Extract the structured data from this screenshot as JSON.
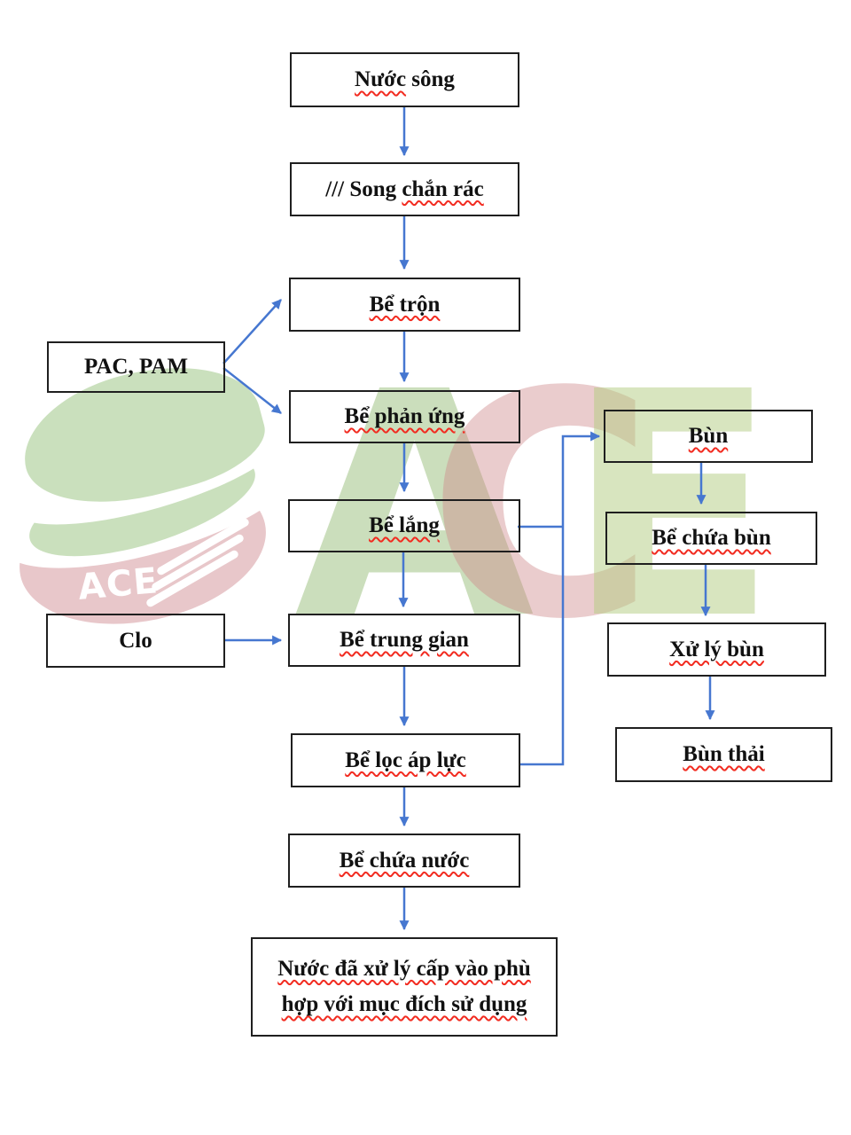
{
  "colors": {
    "arrow": "#4677d0",
    "squiggle": "#f22b20",
    "border": "#1f1f1f",
    "text": "#111111",
    "logo_green": "rgba(150,193,124,0.50)",
    "logo_pink": "rgba(205,130,138,0.45)"
  },
  "watermark": {
    "logo_text": "ACE",
    "letters": [
      {
        "char": "A",
        "color": "rgba(146,185,116,0.48)"
      },
      {
        "char": "C",
        "color": "rgba(206,134,137,0.42)"
      },
      {
        "char": "E",
        "color": "rgba(178,204,128,0.50)"
      }
    ]
  },
  "nodes": {
    "nuoc_song": {
      "parts": [
        {
          "text": "Nước",
          "squiggle": true
        },
        {
          "text": " sông",
          "squiggle": false
        }
      ]
    },
    "song_chan_rac": {
      "parts": [
        {
          "text": "/// Song ",
          "squiggle": false
        },
        {
          "text": "chắn rác",
          "squiggle": true
        }
      ]
    },
    "be_tron": {
      "parts": [
        {
          "text": "Bể trộn",
          "squiggle": true
        }
      ]
    },
    "pac_pam": {
      "parts": [
        {
          "text": "PAC, PAM",
          "squiggle": false
        }
      ]
    },
    "be_phan_ung": {
      "parts": [
        {
          "text": "Bể phản ứng",
          "squiggle": true
        }
      ]
    },
    "be_lang": {
      "parts": [
        {
          "text": "Bể lắng",
          "squiggle": true
        }
      ]
    },
    "clo": {
      "parts": [
        {
          "text": "Clo",
          "squiggle": false
        }
      ]
    },
    "be_trung_gian": {
      "parts": [
        {
          "text": "Bể trung gian",
          "squiggle": true
        }
      ]
    },
    "be_loc_ap_luc": {
      "parts": [
        {
          "text": "Bể lọc áp lực",
          "squiggle": true
        }
      ]
    },
    "be_chua_nuoc": {
      "parts": [
        {
          "text": "Bể chứa nước",
          "squiggle": true
        }
      ]
    },
    "final": {
      "lines": [
        [
          {
            "text": "Nước đã xử lý cấp vào phù",
            "squiggle": true
          }
        ],
        [
          {
            "text": "hợp với mục đích sử dụng",
            "squiggle": true
          }
        ]
      ]
    },
    "bun": {
      "parts": [
        {
          "text": "Bùn",
          "squiggle": true
        }
      ]
    },
    "be_chua_bun": {
      "parts": [
        {
          "text": "Bể chứa bùn",
          "squiggle": true
        }
      ]
    },
    "xu_ly_bun": {
      "parts": [
        {
          "text": "Xử lý bùn",
          "squiggle": true
        }
      ]
    },
    "bun_thai": {
      "parts": [
        {
          "text": "Bùn thải",
          "squiggle": true
        }
      ]
    }
  }
}
